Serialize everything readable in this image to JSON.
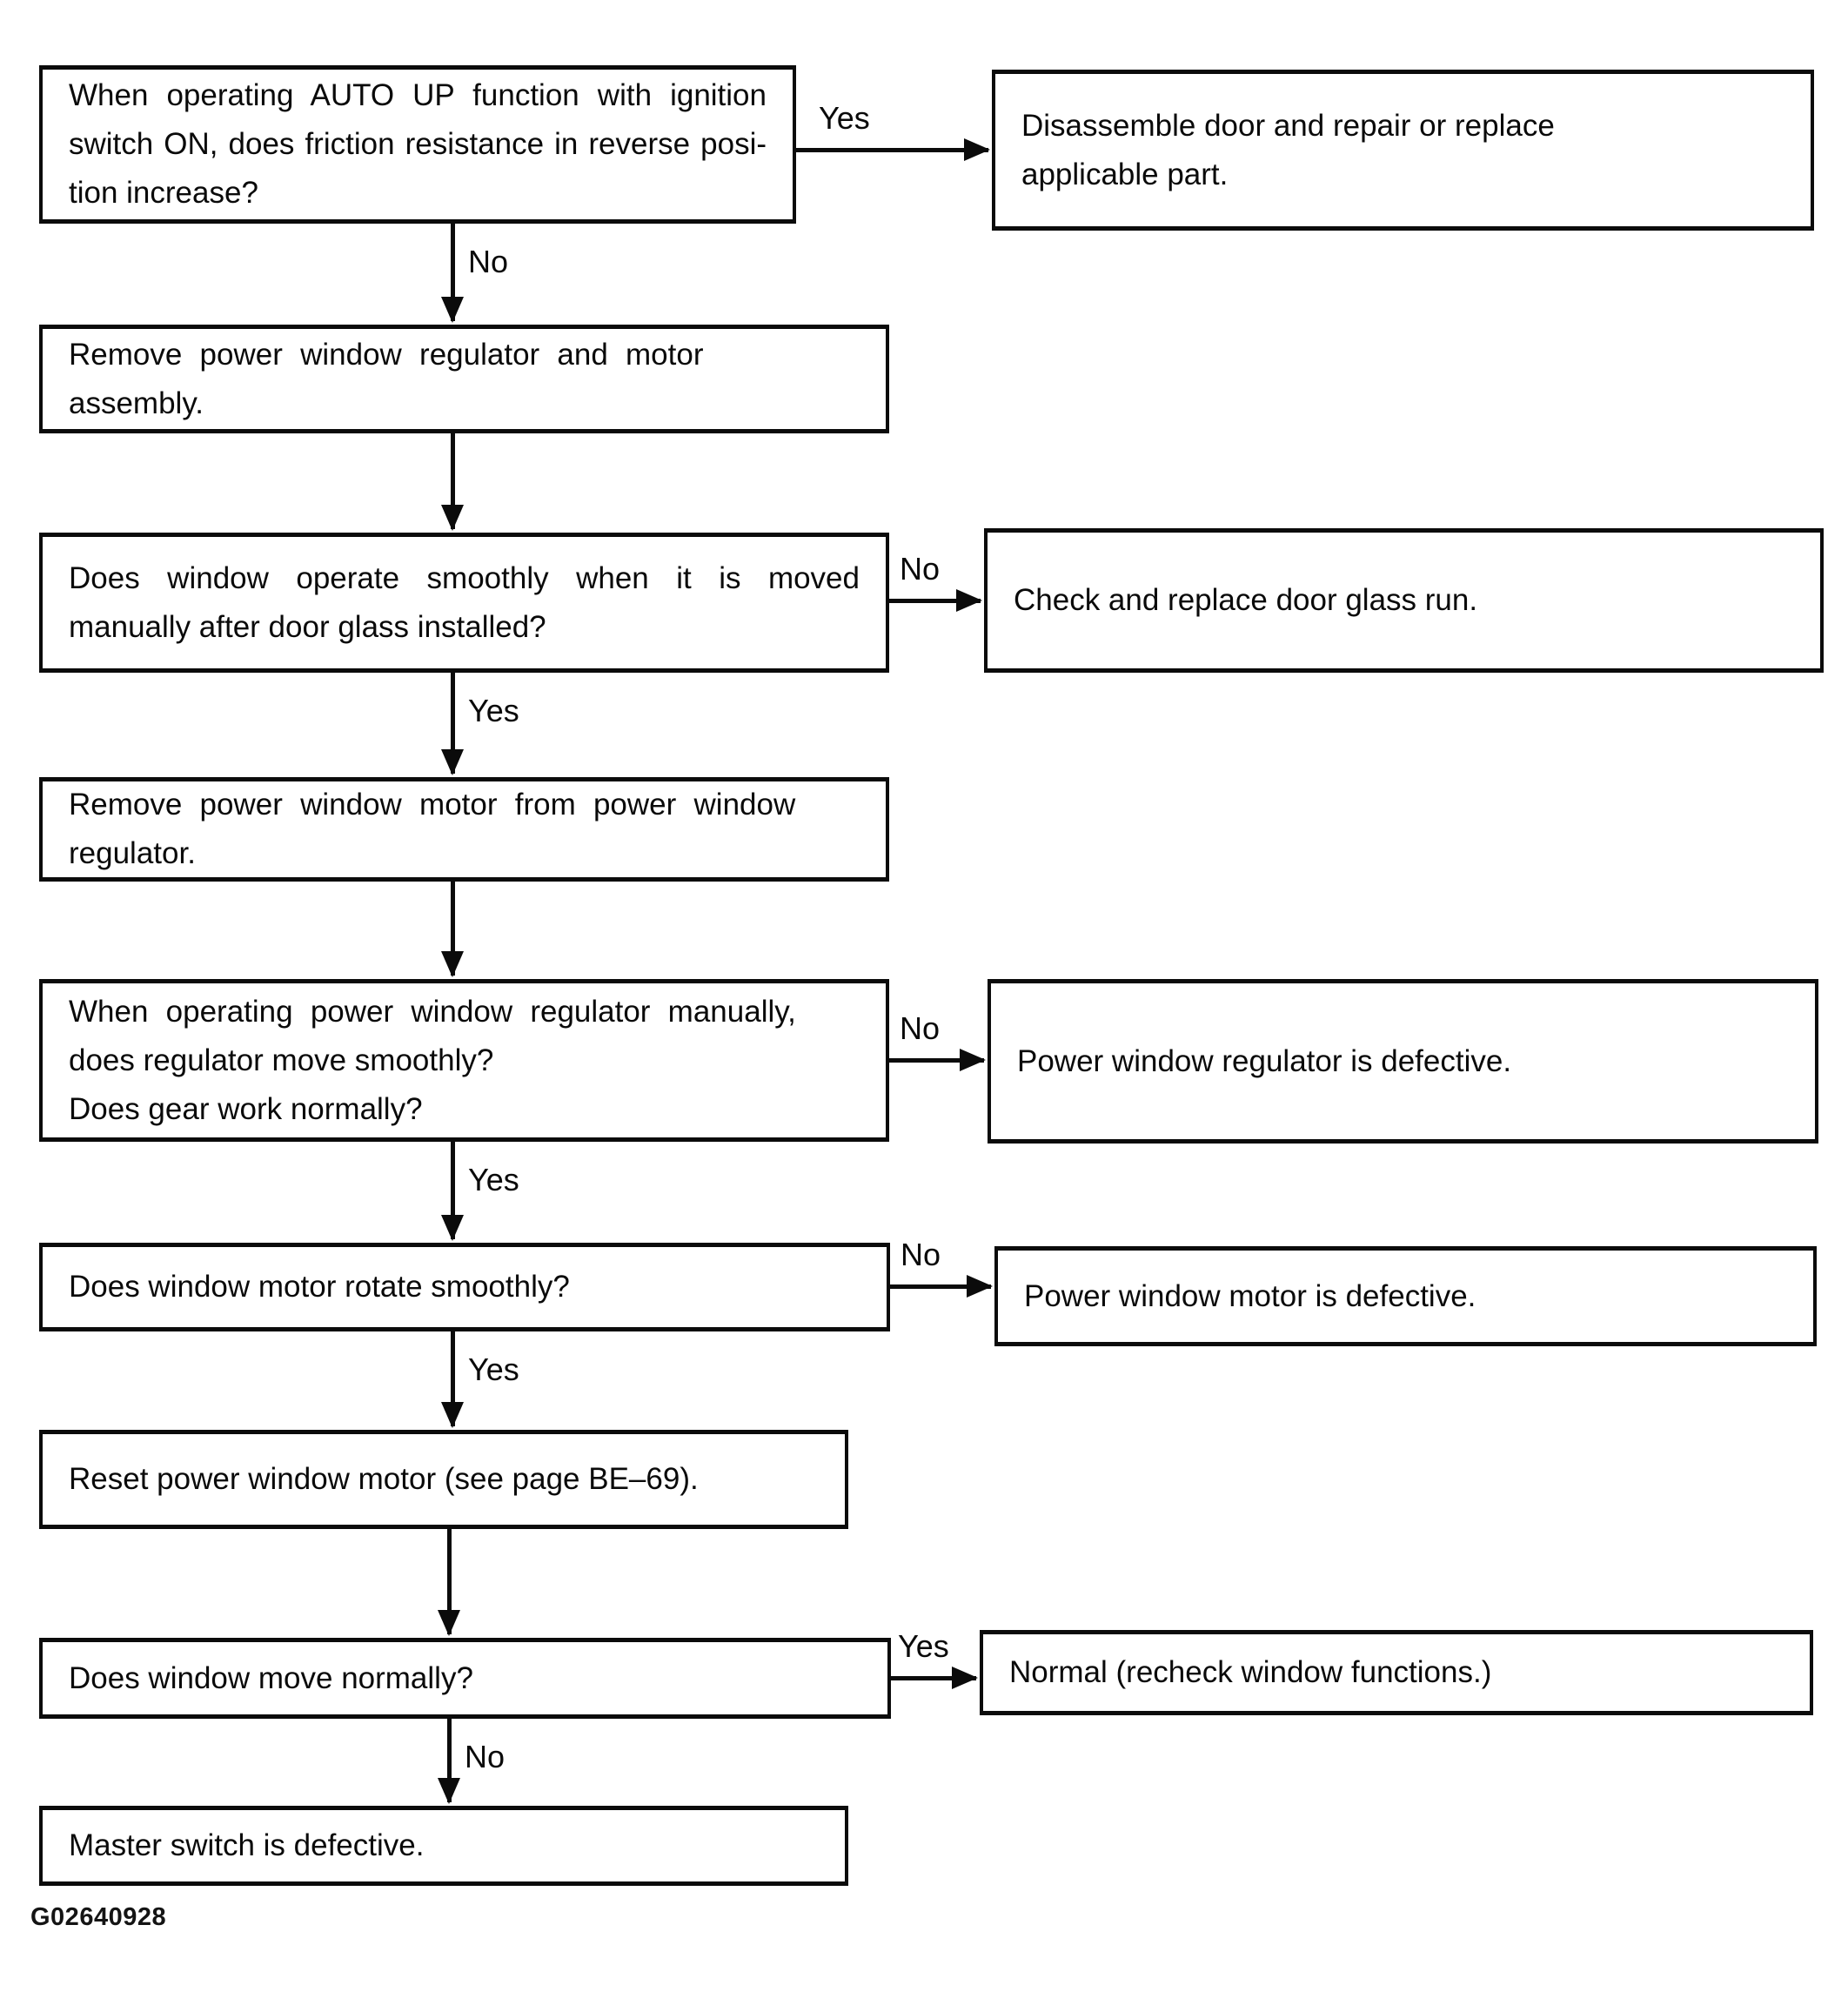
{
  "fc": {
    "type": "flowchart",
    "description": "Power window troubleshooting flowchart",
    "nodes": {
      "q1": {
        "lines": [
          "When operating AUTO UP function with ignition",
          "switch ON, does friction resistance in reverse posi-",
          "tion increase?"
        ]
      },
      "r1": {
        "lines": [
          "Disassemble door and repair or replace",
          "applicable part."
        ]
      },
      "a1": {
        "lines": [
          "Remove power window regulator and motor",
          "assembly."
        ]
      },
      "q2": {
        "lines": [
          "Does window operate smoothly when it is moved",
          "manually after door glass installed?"
        ]
      },
      "r2": {
        "lines": [
          "Check and replace door glass run."
        ]
      },
      "a2": {
        "lines": [
          "Remove power window motor from power window",
          "regulator."
        ]
      },
      "q3": {
        "lines": [
          "When operating power window regulator manually,",
          "does regulator move smoothly?",
          "Does gear work normally?"
        ]
      },
      "r3": {
        "lines": [
          "Power window regulator is defective."
        ]
      },
      "q4": {
        "lines": [
          "Does window motor rotate smoothly?"
        ]
      },
      "r4": {
        "lines": [
          "Power window motor is defective."
        ]
      },
      "a3": {
        "lines": [
          "Reset power window motor (see page BE–69)."
        ]
      },
      "q5": {
        "lines": [
          "Does window move normally?"
        ]
      },
      "r5": {
        "lines": [
          "Normal (recheck window functions.)"
        ]
      },
      "a4": {
        "lines": [
          "Master switch is defective."
        ]
      }
    },
    "edges": [
      {
        "from": "q1",
        "to": "r1",
        "label": "Yes"
      },
      {
        "from": "q1",
        "to": "a1",
        "label": "No"
      },
      {
        "from": "a1",
        "to": "q2",
        "label": ""
      },
      {
        "from": "q2",
        "to": "r2",
        "label": "No"
      },
      {
        "from": "q2",
        "to": "a2",
        "label": "Yes"
      },
      {
        "from": "a2",
        "to": "q3",
        "label": ""
      },
      {
        "from": "q3",
        "to": "r3",
        "label": "No"
      },
      {
        "from": "q3",
        "to": "q4",
        "label": "Yes"
      },
      {
        "from": "q4",
        "to": "r4",
        "label": "No"
      },
      {
        "from": "q4",
        "to": "a3",
        "label": "Yes"
      },
      {
        "from": "a3",
        "to": "q5",
        "label": ""
      },
      {
        "from": "q5",
        "to": "r5",
        "label": "Yes"
      },
      {
        "from": "q5",
        "to": "a4",
        "label": "No"
      }
    ]
  },
  "figure_id": "G02640928",
  "colors": {
    "ink": "#0b0b0b",
    "paper": "#ffffff"
  }
}
